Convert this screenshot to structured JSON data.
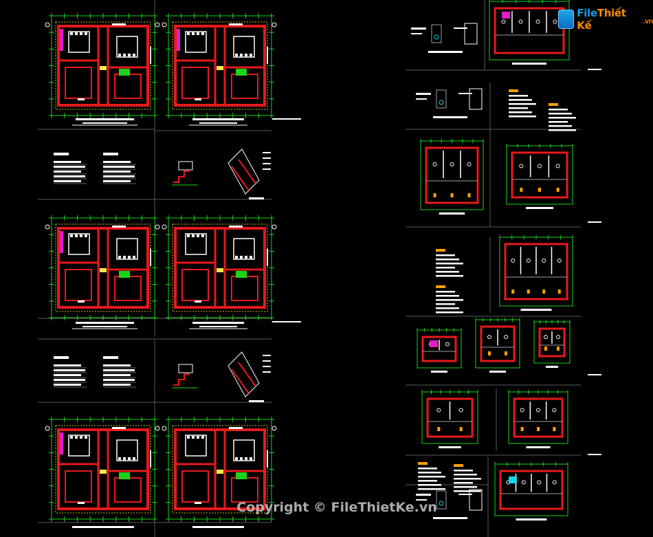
{
  "watermark": {
    "logo_main": "File",
    "logo_accent": "Thiết Kế",
    "logo_tld": ".vn",
    "copyright": "Copyright © FileThietKe.vn"
  },
  "colors": {
    "background": "#000000",
    "wall": "#e8191b",
    "dimension": "#19d419",
    "annotation": "#ffffff",
    "grid": "#9aa0a6",
    "boundary": "#d4c21a",
    "highlight_magenta": "#e21cc8",
    "highlight_cyan": "#14d6e6",
    "highlight_orange": "#ffa000",
    "brand_blue": "#1b9be0",
    "brand_orange": "#ff8a00"
  },
  "sheet": {
    "left_column_plans": 10,
    "right_column_sections": 14
  }
}
